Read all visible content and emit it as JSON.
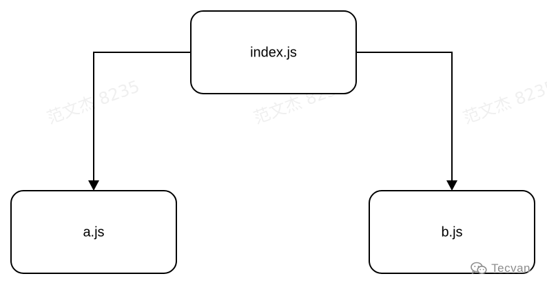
{
  "nodes": {
    "index": {
      "label": "index.js"
    },
    "a": {
      "label": "a.js"
    },
    "b": {
      "label": "b.js"
    }
  },
  "edges": [
    {
      "from": "index",
      "to": "a"
    },
    {
      "from": "index",
      "to": "b"
    }
  ],
  "watermark": {
    "text": "范文杰 8235"
  },
  "brand": {
    "icon": "wechat-icon",
    "name": "Tecvan"
  },
  "colors": {
    "stroke": "#000000",
    "background": "#ffffff",
    "watermark": "#000000",
    "brand": "#8c8c8c"
  }
}
